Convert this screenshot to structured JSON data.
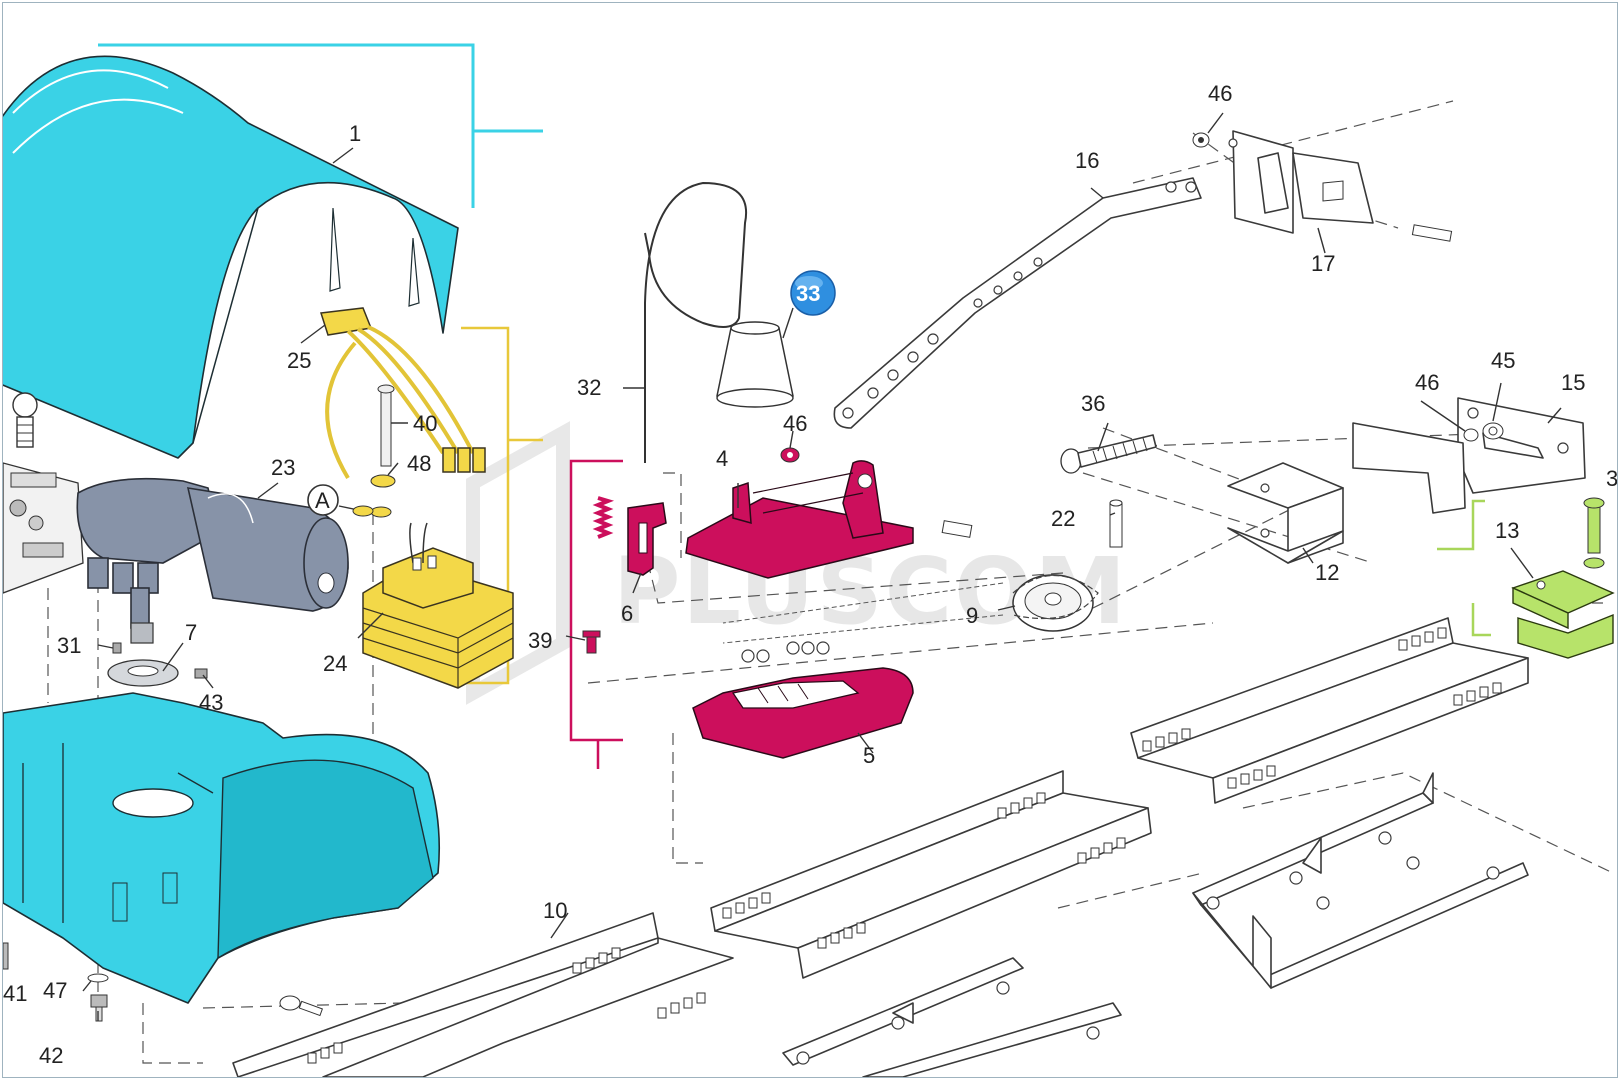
{
  "watermark": "PLUSCOM",
  "callout": {
    "label": "A",
    "highlight_number": "33",
    "highlight_color": "#2f8fe0"
  },
  "bracket_colors": {
    "cover": "#3ad2e6",
    "electrical": "#f3d848",
    "carriage": "#cc0f5c",
    "bracket": "#b7e36a"
  },
  "part_numbers": {
    "p1": "1",
    "p4": "4",
    "p5": "5",
    "p6": "6",
    "p7": "7",
    "p9": "9",
    "p10": "10",
    "p12": "12",
    "p13": "13",
    "p15": "15",
    "p16": "16",
    "p17": "17",
    "p22": "22",
    "p23": "23",
    "p24": "24",
    "p25": "25",
    "p31": "31",
    "p32": "32",
    "p36": "36",
    "p39": "39",
    "p40": "40",
    "p41": "41",
    "p42": "42",
    "p43": "43",
    "p45": "45",
    "p46a": "46",
    "p46b": "46",
    "p46c": "46",
    "p47": "47",
    "p48": "48",
    "p3x": "3"
  }
}
